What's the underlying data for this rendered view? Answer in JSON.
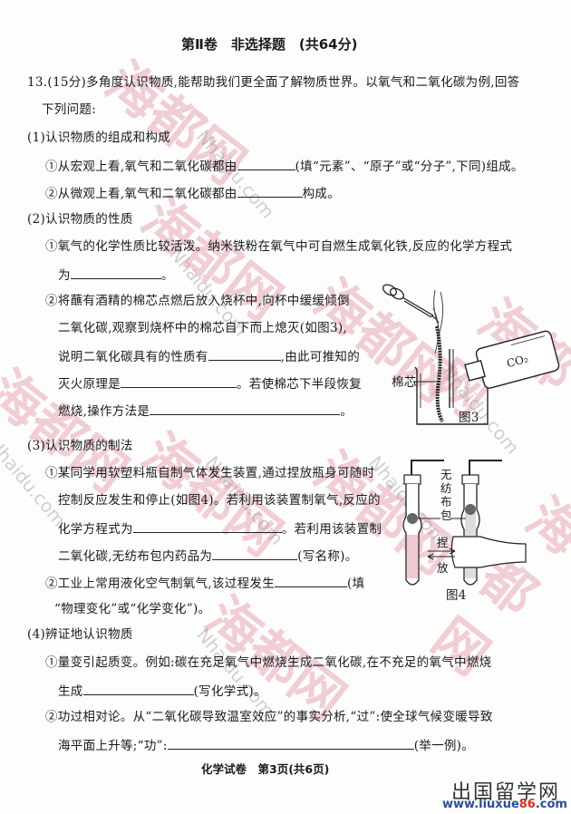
{
  "section_title": "第Ⅱ卷　非选择题　(共64分)",
  "question": {
    "number": "13.",
    "intro_line1": "(15分)多角度认识物质,能帮助我们更全面了解物质世界。以氧气和二氧化碳为例,回答",
    "intro_line2": "下列问题:",
    "parts": [
      {
        "heading": "(1)认识物质的组成和构成",
        "items": [
          {
            "pre": "①从宏观上看,氧气和二氧化碳都由",
            "post": "(填“元素”、“原子”或“分子”,下同)组成。"
          },
          {
            "pre": "②从微观上看,氧气和二氧化碳都由",
            "post": "构成。"
          }
        ]
      },
      {
        "heading": "(2)认识物质的性质",
        "item1_line1": "①氧气的化学性质比较活泼。纳米铁粉在氧气中可自燃生成氧化铁,反应的化学方程式",
        "item1_line2_pre": "为",
        "item1_line2_post": "。",
        "item2_line1": "②将蘸有酒精的棉芯点燃后放入烧杯中,向杯中缓缓倾倒",
        "item2_line2": "二氧化碳,观察到烧杯中的棉芯自下而上熄灭(如图3),",
        "item2_line3_pre": "说明二氧化碳具有的性质有",
        "item2_line3_post": ",由此可推知的",
        "item2_line4_pre": "灭火原理是",
        "item2_line4_post": "。若使棉芯下半段恢复",
        "item2_line5_pre": "燃烧,操作方法是",
        "item2_line5_post": "。"
      },
      {
        "heading": "(3)认识物质的制法",
        "item1_line1": "①某同学用软塑料瓶自制气体发生装置,通过捏放瓶身可随时",
        "item1_line2": "控制反应发生和停止(如图4)。若利用该装置制氧气,反应的",
        "item1_line3_pre": "化学方程式为",
        "item1_line3_post": "。若利用该装置制",
        "item1_line4_pre": "二氧化碳,无纺布包内药品为",
        "item1_line4_post": "(写名称)。",
        "item2_line1_pre": "②工业上常用液化空气制氧气,该过程发生",
        "item2_line1_post": "(填",
        "item2_line2": "“物理变化”或“化学变化”)。"
      },
      {
        "heading": "(4)辨证地认识物质",
        "item1_line1": "①量变引起质变。例如:碳在充足氧气中燃烧生成二氧化碳,在不充足的氧气中燃烧",
        "item1_line2_pre": "生成",
        "item1_line2_post": "(写化学式)。",
        "item2_line1": "②功过相对论。从“二氧化碳导致温室效应”的事实分析,“过”:使全球气候变暖导致",
        "item2_line2_pre": "海平面上升等;“功”:",
        "item2_line2_post": "(举一例)。"
      }
    ]
  },
  "figure3": {
    "caption": "图3",
    "label_wick": "棉芯",
    "label_bottle": "CO₂"
  },
  "figure4": {
    "caption": "图4",
    "label_bag": [
      "无",
      "纺",
      "布",
      "包"
    ],
    "label_squeeze": "捏",
    "label_release": "放"
  },
  "footer": {
    "page_label": "化学试卷　第3页(共6页)"
  },
  "branding": {
    "name": "出国留学网",
    "url_pre": "www.liuxue",
    "url_num": "86",
    "url_post": ".com"
  },
  "watermark": {
    "cn": "海都网",
    "en": "Nhaidu.com"
  }
}
